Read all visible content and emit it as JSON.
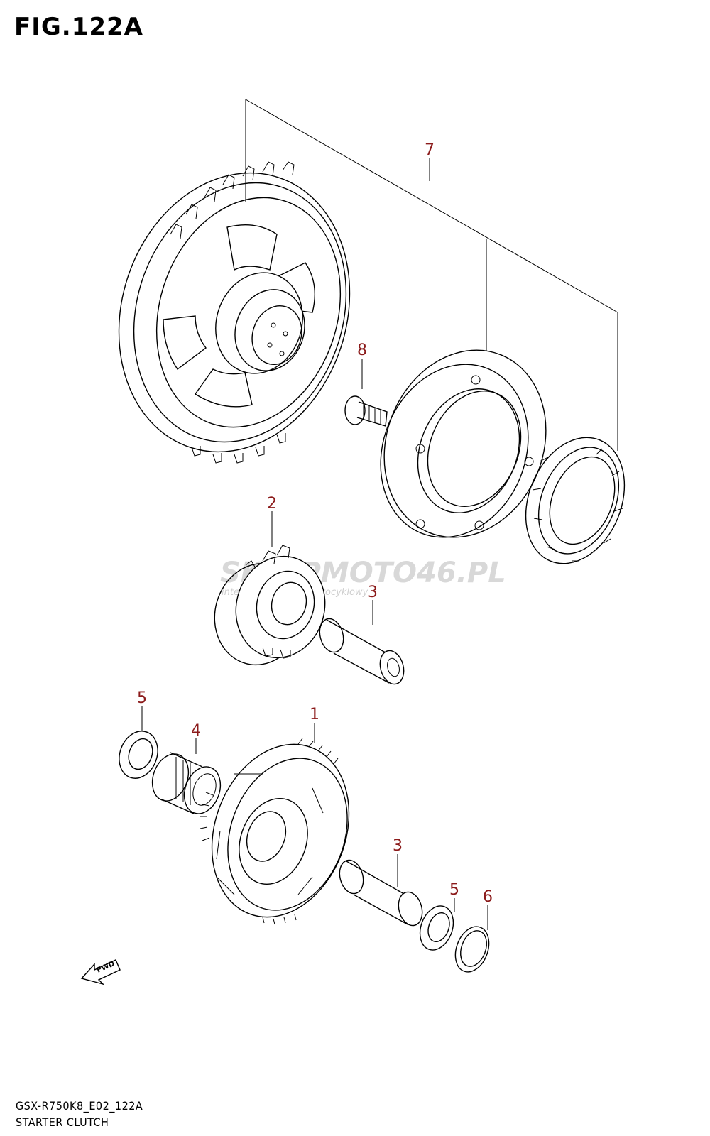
{
  "figure": {
    "title": "FIG.122A",
    "model_code": "GSX-R750K8_E02_122A",
    "section_name": "STARTER CLUTCH"
  },
  "watermark": {
    "brand": "SKLEPMOTO46.PL",
    "tagline": "internetowy sklep motocyklowy"
  },
  "fwd_label": "FWD",
  "callouts": [
    "7",
    "8",
    "2",
    "3",
    "5",
    "4",
    "1",
    "3",
    "5",
    "6"
  ],
  "colors": {
    "callout": "#8b1a1a",
    "line": "#000000",
    "watermark": "#d8d8d8"
  }
}
